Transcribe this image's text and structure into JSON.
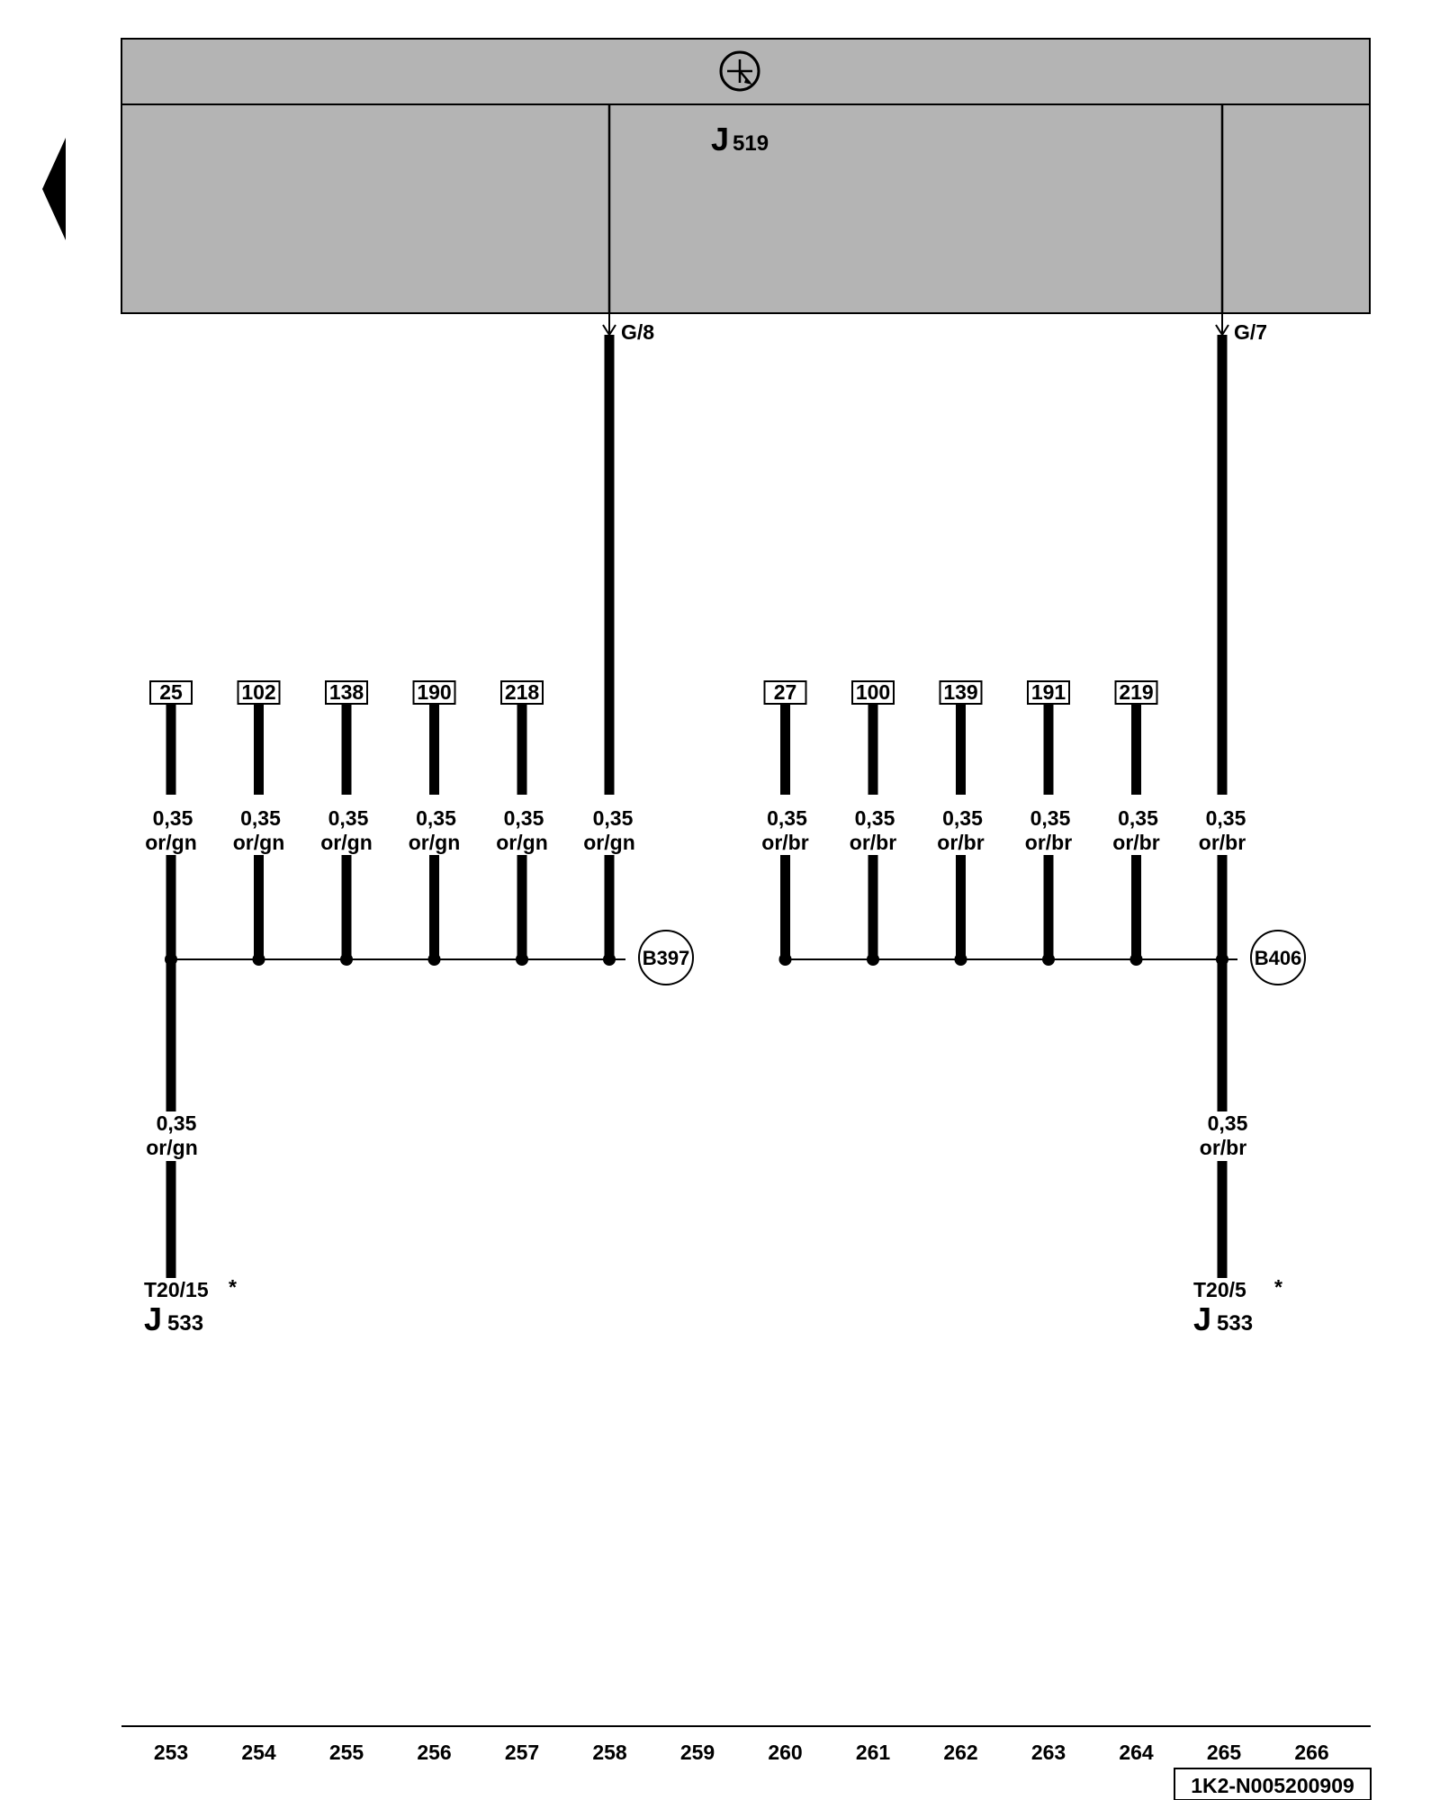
{
  "control_unit": {
    "name": "J",
    "number": "519",
    "symbol": "electronic-control-symbol",
    "pins": [
      {
        "label": "G/8"
      },
      {
        "label": "G/7"
      }
    ]
  },
  "left_group": {
    "refs": [
      "25",
      "102",
      "138",
      "190",
      "218"
    ],
    "wire_size": "0,35",
    "wire_color": "or/gn",
    "connector": "B397",
    "lower_wire": {
      "size": "0,35",
      "color": "or/gn"
    },
    "terminal": {
      "pin": "T20/15",
      "marker": "*",
      "component": "J",
      "component_number": "533"
    }
  },
  "right_group": {
    "refs": [
      "27",
      "100",
      "139",
      "191",
      "219"
    ],
    "wire_size": "0,35",
    "wire_color": "or/br",
    "connector": "B406",
    "lower_wire": {
      "size": "0,35",
      "color": "or/br"
    },
    "terminal": {
      "pin": "T20/5",
      "marker": "*",
      "component": "J",
      "component_number": "533"
    }
  },
  "current_tracks": [
    "253",
    "254",
    "255",
    "256",
    "257",
    "258",
    "259",
    "260",
    "261",
    "262",
    "263",
    "264",
    "265",
    "266"
  ],
  "diagram_id": "1K2-N005200909",
  "nav": {
    "icon": "previous-page-arrow-icon"
  },
  "colors": {
    "module_fill": "#b4b4b4",
    "line": "#000000"
  }
}
